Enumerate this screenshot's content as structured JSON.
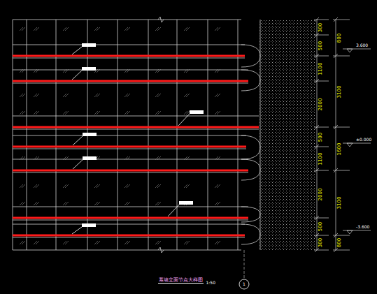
{
  "diagram": {
    "title": "幕墙立面节点大样图",
    "labels": [
      "300",
      "500",
      "1100",
      "2000",
      "500",
      "1100",
      "2000",
      "500",
      "300",
      "800",
      "3100",
      "1600",
      "3100",
      "800",
      "3.600",
      "±0.000",
      "-3.600",
      "1:50",
      "1"
    ]
  }
}
